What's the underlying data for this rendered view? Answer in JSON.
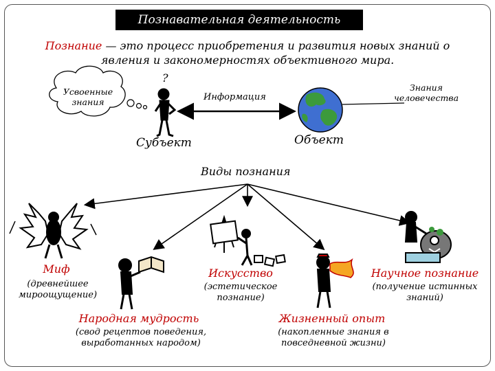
{
  "title": "Познавательная деятельность",
  "definition": {
    "term": "Познание",
    "text": " — это процесс приобретения и развития новых знаний о явления и закономерностях объективного мира."
  },
  "top": {
    "thought_bubble": "Усвоенные знания",
    "question_mark": "?",
    "information": "Информация",
    "knowledge_label": "Знания человечества",
    "subject": "Субъект",
    "object": "Объект"
  },
  "types_heading": "Виды познания",
  "types": {
    "myth": {
      "name": "Миф",
      "desc": "(древнейшее мироощущение)"
    },
    "art": {
      "name": "Искусство",
      "desc": "(эстетическое познание)"
    },
    "science": {
      "name": "Научное познание",
      "desc": "(получение истинных знаний)"
    },
    "folk": {
      "name": "Народная мудрость",
      "desc": "(свод рецептов поведения, выработанных народом)"
    },
    "life": {
      "name": "Жизненный опыт",
      "desc": "(накопленные знания в повседневной жизни)"
    }
  },
  "colors": {
    "accent_red": "#c00000",
    "title_bg": "#000000",
    "globe_sea": "#3f6fd1",
    "globe_land": "#3c9a3c"
  }
}
